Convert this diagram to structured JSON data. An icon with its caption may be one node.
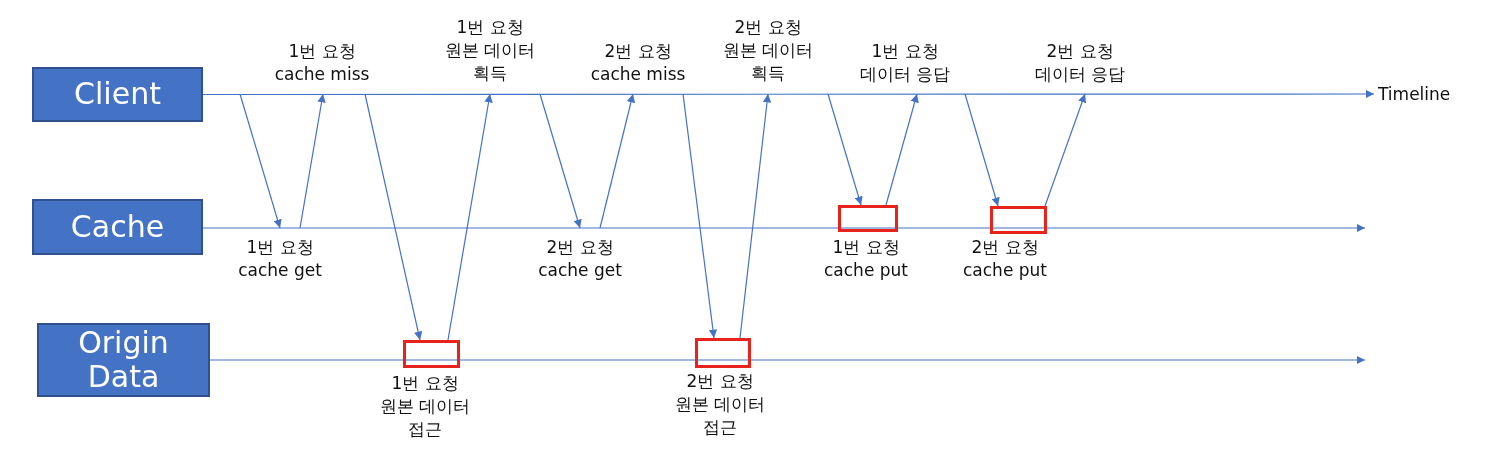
{
  "diagram": {
    "nodes": [
      {
        "text": [
          "Client"
        ]
      },
      {
        "text": [
          "Cache"
        ]
      },
      {
        "text": [
          "Origin Data"
        ]
      },
      {
        "text": [
          "1번 요청 cache miss"
        ]
      },
      {
        "text": [
          "1번 요청 원본 데이터 획득"
        ]
      },
      {
        "text": [
          "2번 요청 cache miss"
        ]
      },
      {
        "text": [
          "2번 요청 원본 데이터 획득"
        ]
      },
      {
        "text": [
          "1번 요청 데이터 응답"
        ]
      },
      {
        "text": [
          "2번 요청 데이터 응답"
        ]
      },
      {
        "text": [
          "Timeline"
        ]
      },
      {
        "text": [
          "1번 요청 cache get"
        ]
      },
      {
        "text": [
          "2번 요청 cache get"
        ]
      },
      {
        "text": [],
        "shape": "box",
        "beside": [
          "1번 요청 cache put"
        ]
      },
      {
        "text": [],
        "shape": "box",
        "beside": [
          "2번 요청 cache put"
        ]
      },
      {
        "text": [],
        "shape": "box",
        "beside": [
          "1번 요청 원본 데이터 접근"
        ]
      },
      {
        "text": [],
        "shape": "box",
        "beside": [
          "2번 요청 원본 데이터 접근"
        ]
      }
    ],
    "edges": [
      {
        "from": 0,
        "to": 9,
        "arrow": "to"
      },
      {
        "from": 1,
        "to": null,
        "arrow": "to"
      },
      {
        "from": 2,
        "to": null,
        "arrow": "to"
      },
      {
        "from": null,
        "to": 10,
        "arrow": "to"
      },
      {
        "from": 10,
        "to": 3,
        "arrow": "to"
      },
      {
        "from": 3,
        "to": 14,
        "arrow": "to"
      },
      {
        "from": 14,
        "to": 4,
        "arrow": "to"
      },
      {
        "from": 4,
        "to": 11,
        "arrow": "to"
      },
      {
        "from": 11,
        "to": 5,
        "arrow": "to"
      },
      {
        "from": 5,
        "to": 15,
        "arrow": "to"
      },
      {
        "from": 15,
        "to": 6,
        "arrow": "to"
      },
      {
        "from": 6,
        "to": 12,
        "arrow": "to"
      },
      {
        "from": 12,
        "to": 7,
        "arrow": "to"
      },
      {
        "from": 7,
        "to": 13,
        "arrow": "to"
      },
      {
        "from": 13,
        "to": 8,
        "arrow": "to"
      }
    ]
  }
}
